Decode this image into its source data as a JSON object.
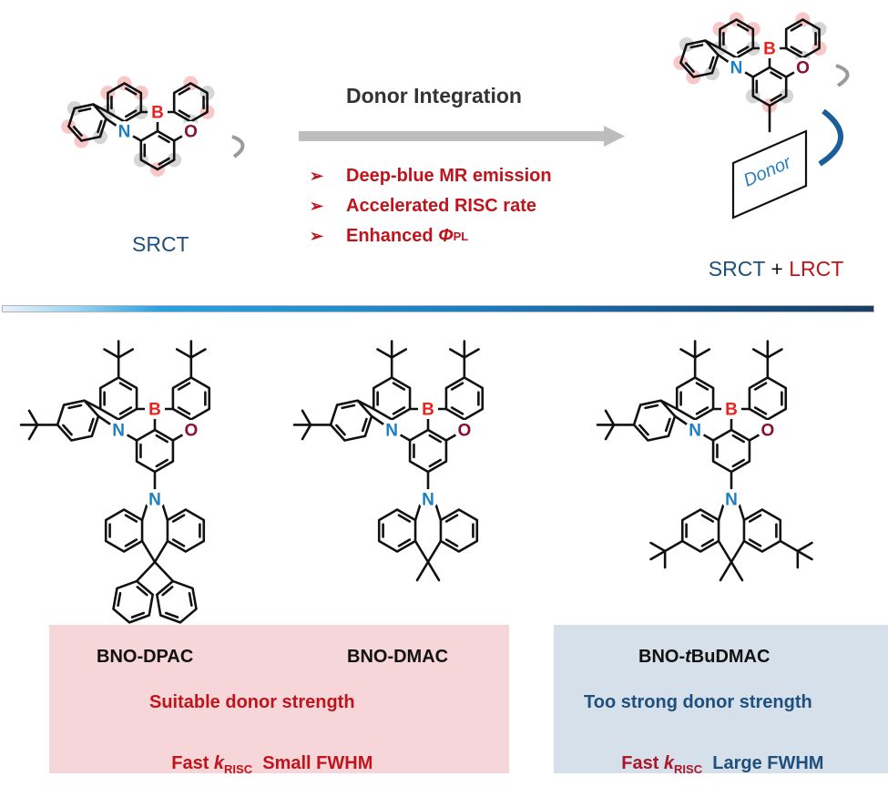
{
  "top": {
    "left_label": "SRCT",
    "arrow_title": "Donor Integration",
    "bullets": [
      {
        "text": "Deep-blue MR emission"
      },
      {
        "text": "Accelerated RISC rate"
      },
      {
        "text": "Enhanced ",
        "symbol": "Φ",
        "subscript": "PL"
      }
    ],
    "bullet_icon": "➢",
    "right_label_part1": "SRCT",
    "right_label_plus": " + ",
    "right_label_part2": "LRCT",
    "donor_box_label": "Donor"
  },
  "atoms": {
    "boron": "B",
    "nitrogen": "N",
    "oxygen": "O"
  },
  "molecules": [
    {
      "name": "BNO-DPAC",
      "donor": "DPAC"
    },
    {
      "name": "BNO-DMAC",
      "donor": "DMAC"
    },
    {
      "name_prefix": "BNO-",
      "name_italic": "t",
      "name_suffix": "BuDMAC",
      "donor": "tBuDMAC"
    }
  ],
  "boxes": {
    "left": {
      "title_1": "BNO-DPAC",
      "title_2": "BNO-DMAC",
      "line1": "Suitable donor strength",
      "fast": "Fast ",
      "k": "k",
      "k_sub": "RISC",
      "fwhm": "Small FWHM"
    },
    "right": {
      "title_prefix": "BNO-",
      "title_italic": "t",
      "title_suffix": "BuDMAC",
      "line1": "Too strong donor strength",
      "fast": "Fast ",
      "k": "k",
      "k_sub": "RISC",
      "fwhm": "Large FWHM"
    }
  },
  "colors": {
    "red_text": "#c0131b",
    "blue_text": "#1e4f7d",
    "boron": "#e8231f",
    "nitrogen": "#1a7fc4",
    "oxygen": "#8a1030",
    "dpac_fill": "#1f78d6",
    "dmac_fill": "#a8cff2",
    "tbudmac_fill": "#d3e6f5",
    "left_box": "#f6d6d8",
    "right_box": "#d6e0ea"
  }
}
